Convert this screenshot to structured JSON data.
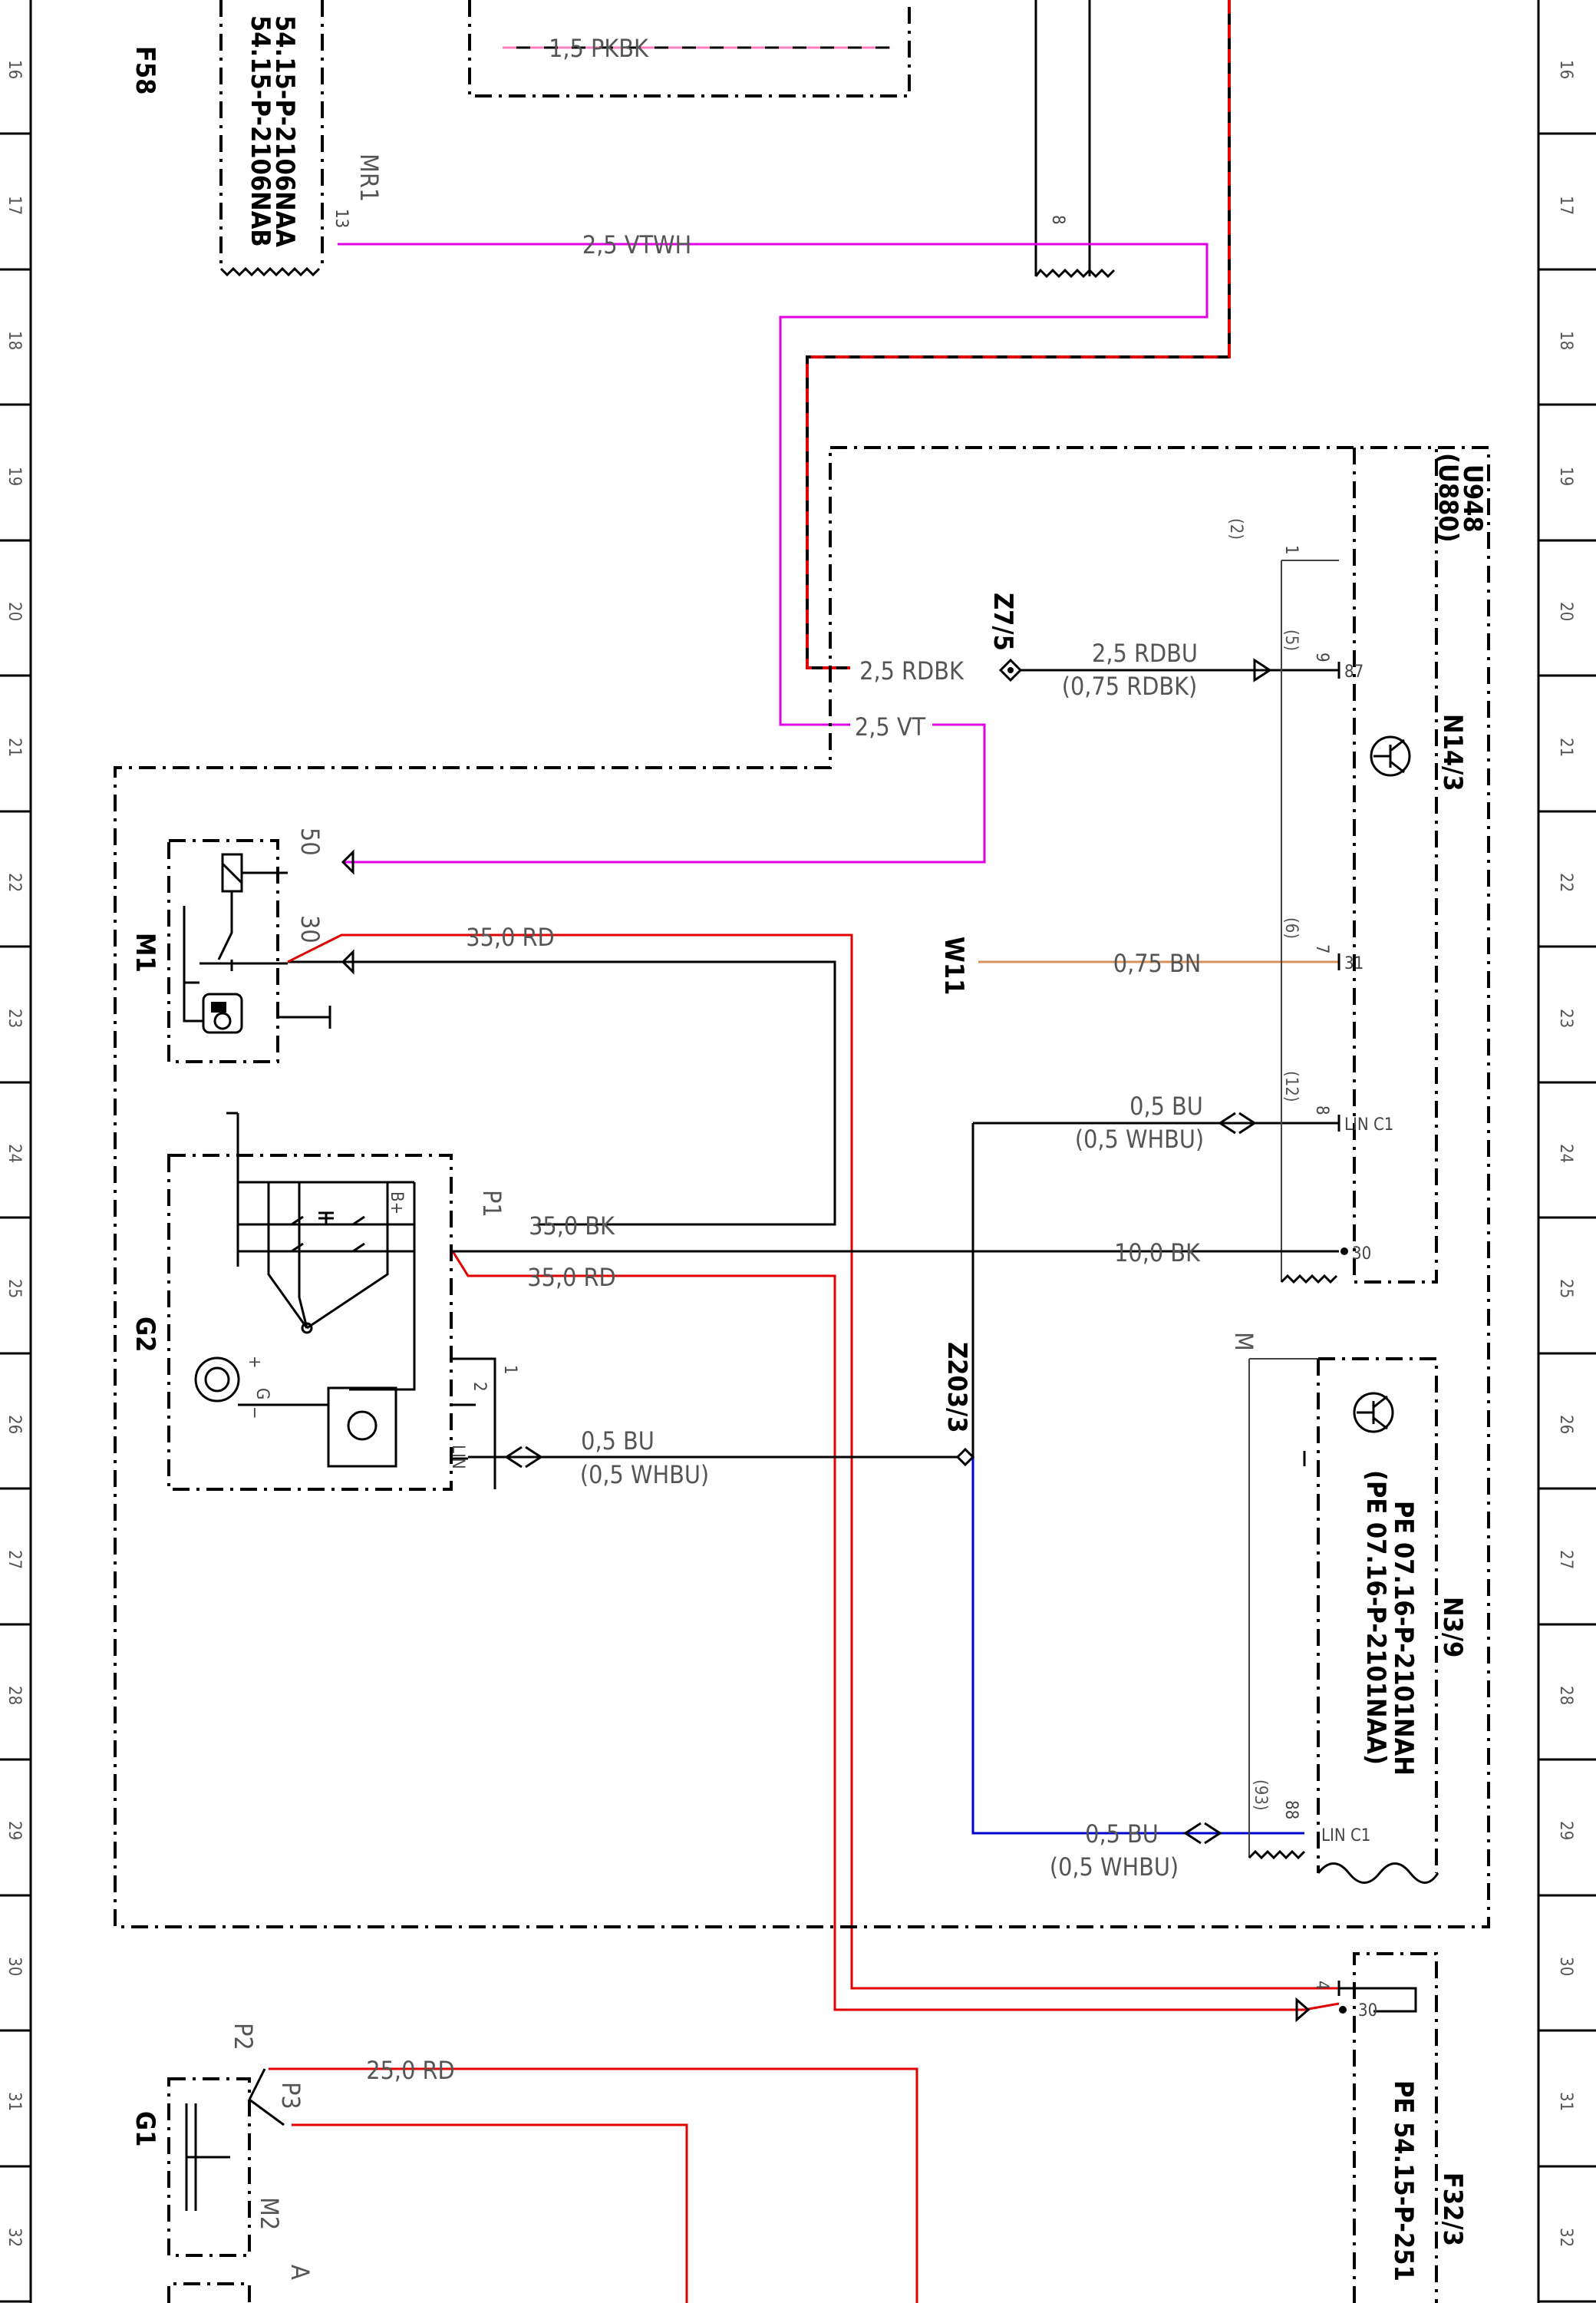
{
  "grid_numbers": [
    "16",
    "17",
    "18",
    "19",
    "20",
    "21",
    "22",
    "23",
    "24",
    "25",
    "26",
    "27",
    "28",
    "29",
    "30",
    "31",
    "32"
  ],
  "components": {
    "F58": {
      "id": "F58",
      "refs": [
        "54.15-P-2106NAA",
        "54.15-P-2106NAB"
      ],
      "connector": "MR1",
      "pin": "13"
    },
    "U948": {
      "id": "U948",
      "alt": "(U880)"
    },
    "N14_3": {
      "id": "N14/3"
    },
    "N3_9": {
      "id": "N3/9",
      "refs": [
        "PE 07.16-P-2101NAH",
        "(PE 07.16-P-2101NAA)"
      ]
    },
    "F32_3": {
      "id": "F32/3",
      "ref": "PE 54.15-P-251"
    },
    "M1": {
      "id": "M1",
      "terminal_50": "50",
      "terminal_30": "30"
    },
    "G2": {
      "id": "G2",
      "terminal": "P1",
      "bplus": "B+",
      "pin1": "1",
      "pin2": "2",
      "lin": "LIN",
      "g": "G",
      "plus": "+",
      "minus": "−"
    },
    "G1": {
      "id": "G1",
      "terminals": [
        "P2",
        "P3",
        "M2",
        "A"
      ]
    },
    "Z7_5": {
      "id": "Z7/5"
    },
    "Z203_3": {
      "id": "Z203/3"
    },
    "W11": {
      "id": "W11"
    }
  },
  "pins": {
    "n14_87": "87",
    "n14_31": "31",
    "n14_lin": "LIN C1",
    "n14_30": "30",
    "n14_p9": "9",
    "n14_p7": "7",
    "n14_p8": "8",
    "n14_p1": "1",
    "n14_p2": "(2)",
    "n14_p5": "(5)",
    "n14_p6": "(6)",
    "n14_p12": "(12)",
    "n3_lin": "LIN C1",
    "n3_p88": "88",
    "n3_p93": "(93)",
    "n3_m": "M",
    "f32_30": "30",
    "f32_p4": "4",
    "conn_8": "8"
  },
  "wires": {
    "w_pkbk": "1,5 PKBK",
    "w_vtwh": "2,5 VTWH",
    "w_rdbk": "2,5 RDBK",
    "w_vt": "2,5 VT",
    "w_rdbu": "2,5 RDBU",
    "w_rdbu_alt": "(0,75 RDBK)",
    "w_m1_rd": "35,0 RD",
    "w_bn": "0,75 BN",
    "w_bu1": "0,5 BU",
    "w_bu1_alt": "(0,5 WHBU)",
    "w_g2_bk": "35,0 BK",
    "w_bk10": "10,0 BK",
    "w_g2_rd": "35,0 RD",
    "w_bu2": "0,5 BU",
    "w_bu2_alt": "(0,5 WHBU)",
    "w_bu3": "0,5 BU",
    "w_bu3_alt": "(0,5 WHBU)",
    "w_g1_rd": "25,0 RD"
  },
  "colors": {
    "red": "#e00000",
    "violet": "#e000e0",
    "blue": "#0000cc",
    "brown": "#d4925a",
    "pink": "#ff7fbf",
    "black": "#000000"
  }
}
